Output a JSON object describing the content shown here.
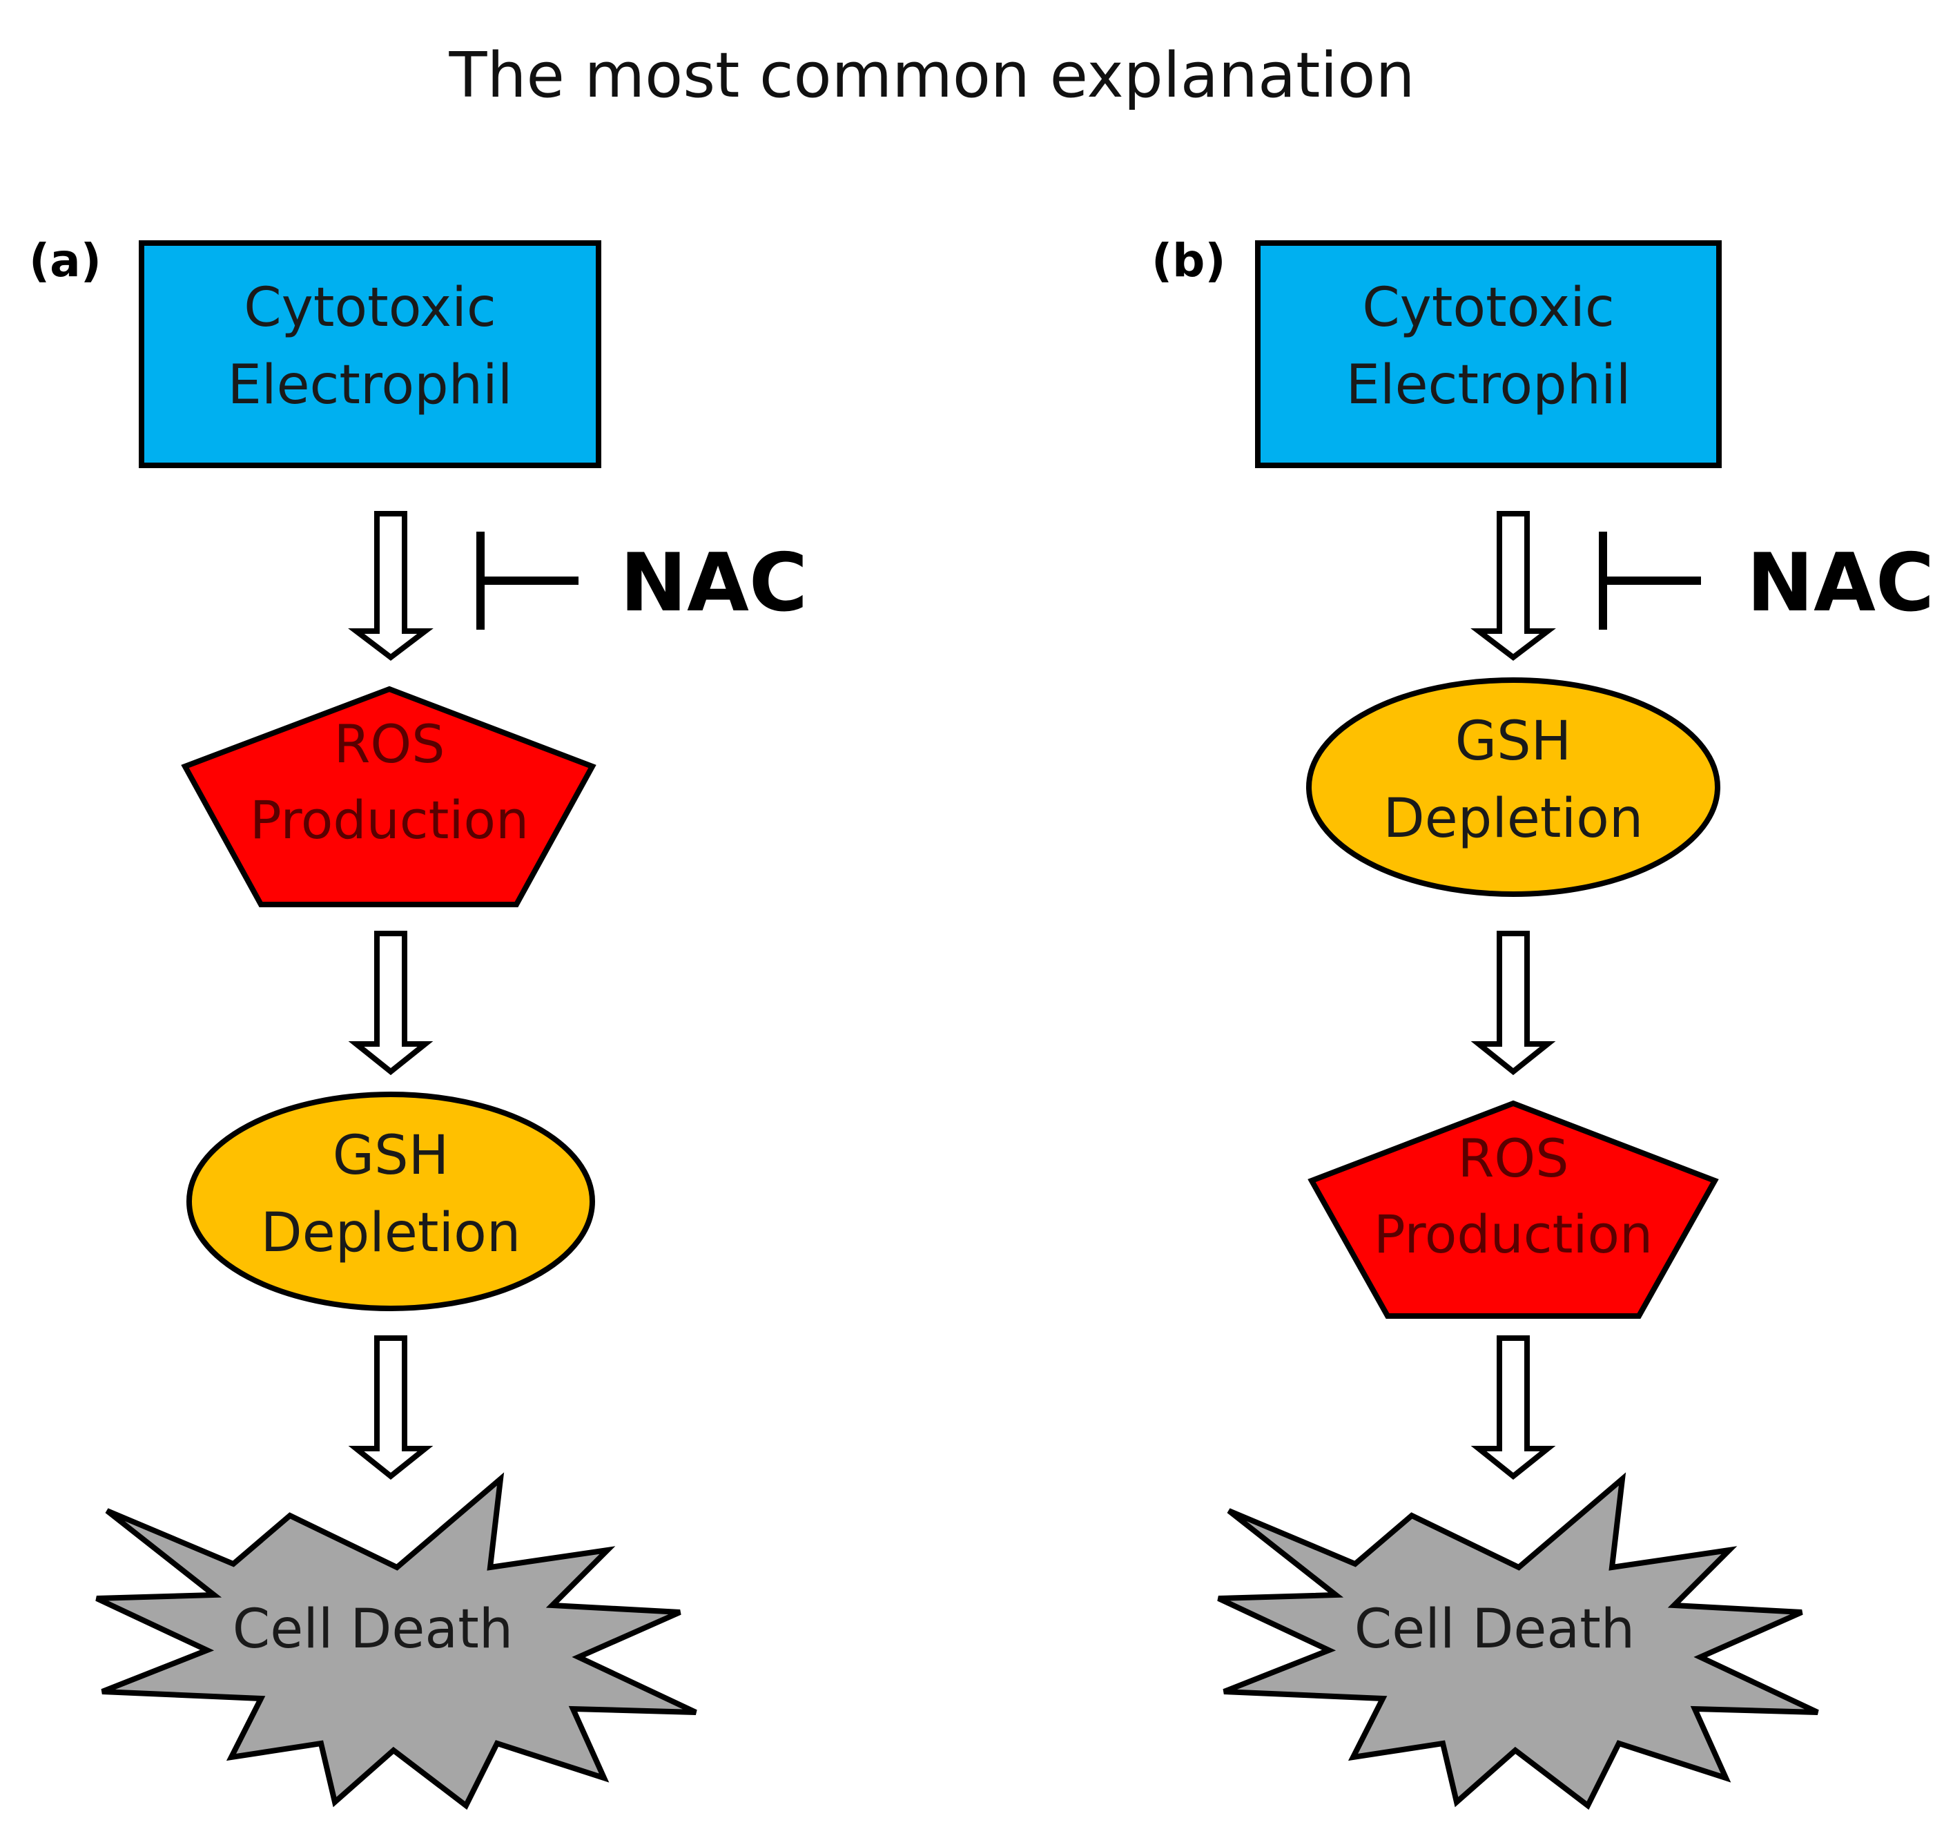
{
  "title": "The most common explanation",
  "colors": {
    "electrophil": "#00B0F0",
    "ros": "#FF0000",
    "gsh": "#FFC000",
    "cell_death": "#A6A6A6"
  },
  "panels": [
    {
      "label": "(a)",
      "electrophil": [
        "Cytotoxic",
        "Electrophil"
      ],
      "inhibitor": "NAC",
      "step2": [
        "ROS",
        "Production"
      ],
      "step3": [
        "GSH",
        "Depletion"
      ],
      "outcome": "Cell Death"
    },
    {
      "label": "(b)",
      "electrophil": [
        "Cytotoxic",
        "Electrophil"
      ],
      "inhibitor": "NAC",
      "step2": [
        "GSH",
        "Depletion"
      ],
      "step3": [
        "ROS",
        "Production"
      ],
      "outcome": "Cell Death"
    }
  ]
}
